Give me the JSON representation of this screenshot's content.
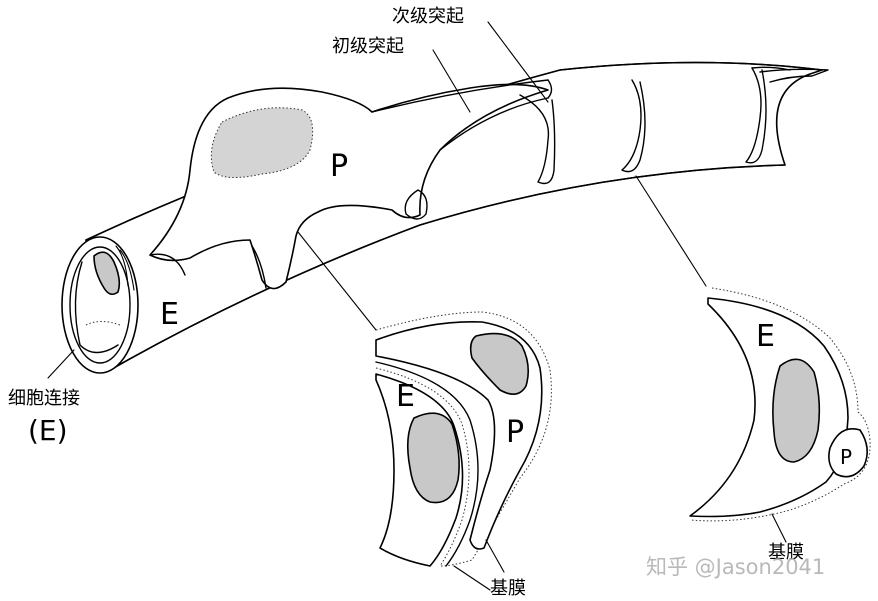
{
  "labels": {
    "secondary_process": "次级突起",
    "primary_process": "初级突起",
    "pericyte_main": "P",
    "endothelial_main": "E",
    "cell_junction": "细胞连接",
    "cell_junction_paren": "(E)",
    "endothelial_detail_left": "E",
    "pericyte_detail_left": "P",
    "basement_membrane_left": "基膜",
    "endothelial_detail_right": "E",
    "pericyte_detail_right": "P",
    "basement_membrane_right": "基膜"
  },
  "watermark": "知乎 @Jason2041",
  "colors": {
    "nucleus_fill": "#c8c8c8",
    "outline": "#000000",
    "watermark": "#b9b9b9"
  }
}
